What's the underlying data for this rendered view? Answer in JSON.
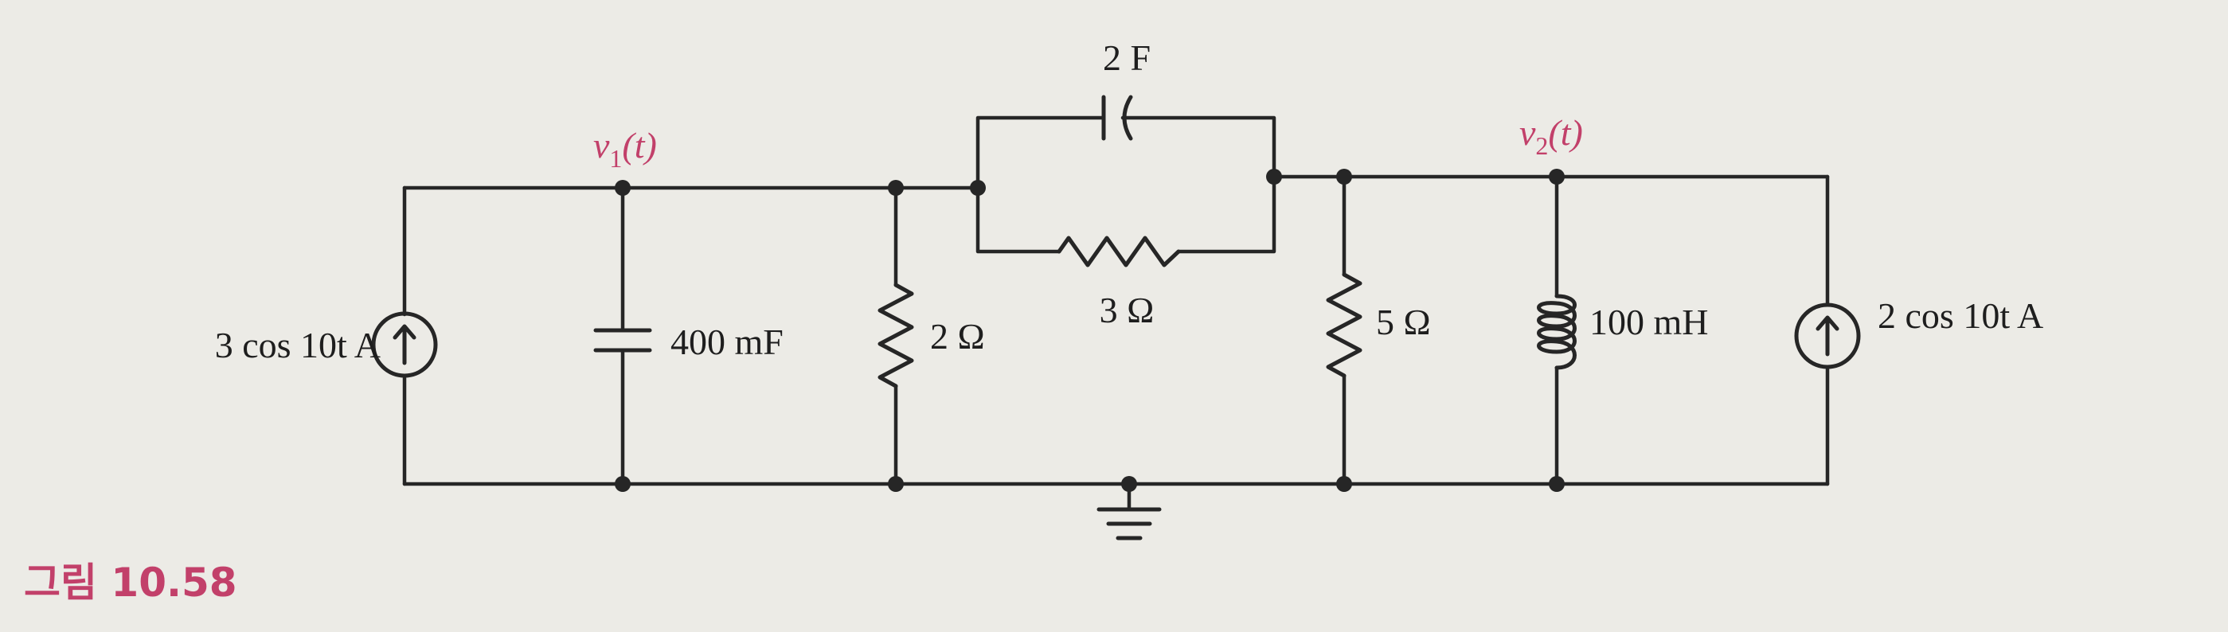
{
  "figure": {
    "caption": "그림 10.58"
  },
  "colors": {
    "wire": "#262626",
    "node_label": "#c2406a",
    "caption": "#c2406a",
    "paper": "#ecebe6"
  },
  "nodes": {
    "v1": {
      "var": "v",
      "sub": "1",
      "arg": "(t)"
    },
    "v2": {
      "var": "v",
      "sub": "2",
      "arg": "(t)"
    }
  },
  "components": {
    "source_left": {
      "label": "3 cos 10t A",
      "type": "current-source-up"
    },
    "capacitor_400": {
      "label": "400 mF",
      "type": "capacitor"
    },
    "resistor_2": {
      "label": "2 Ω",
      "type": "resistor"
    },
    "capacitor_2f": {
      "label": "2 F",
      "type": "capacitor"
    },
    "resistor_3": {
      "label": "3 Ω",
      "type": "resistor"
    },
    "resistor_5": {
      "label": "5 Ω",
      "type": "resistor"
    },
    "inductor_100": {
      "label": "100 mH",
      "type": "inductor"
    },
    "source_right": {
      "label": "2 cos 10t A",
      "type": "current-source-up"
    }
  },
  "ground": {
    "icon": "ground-icon"
  }
}
